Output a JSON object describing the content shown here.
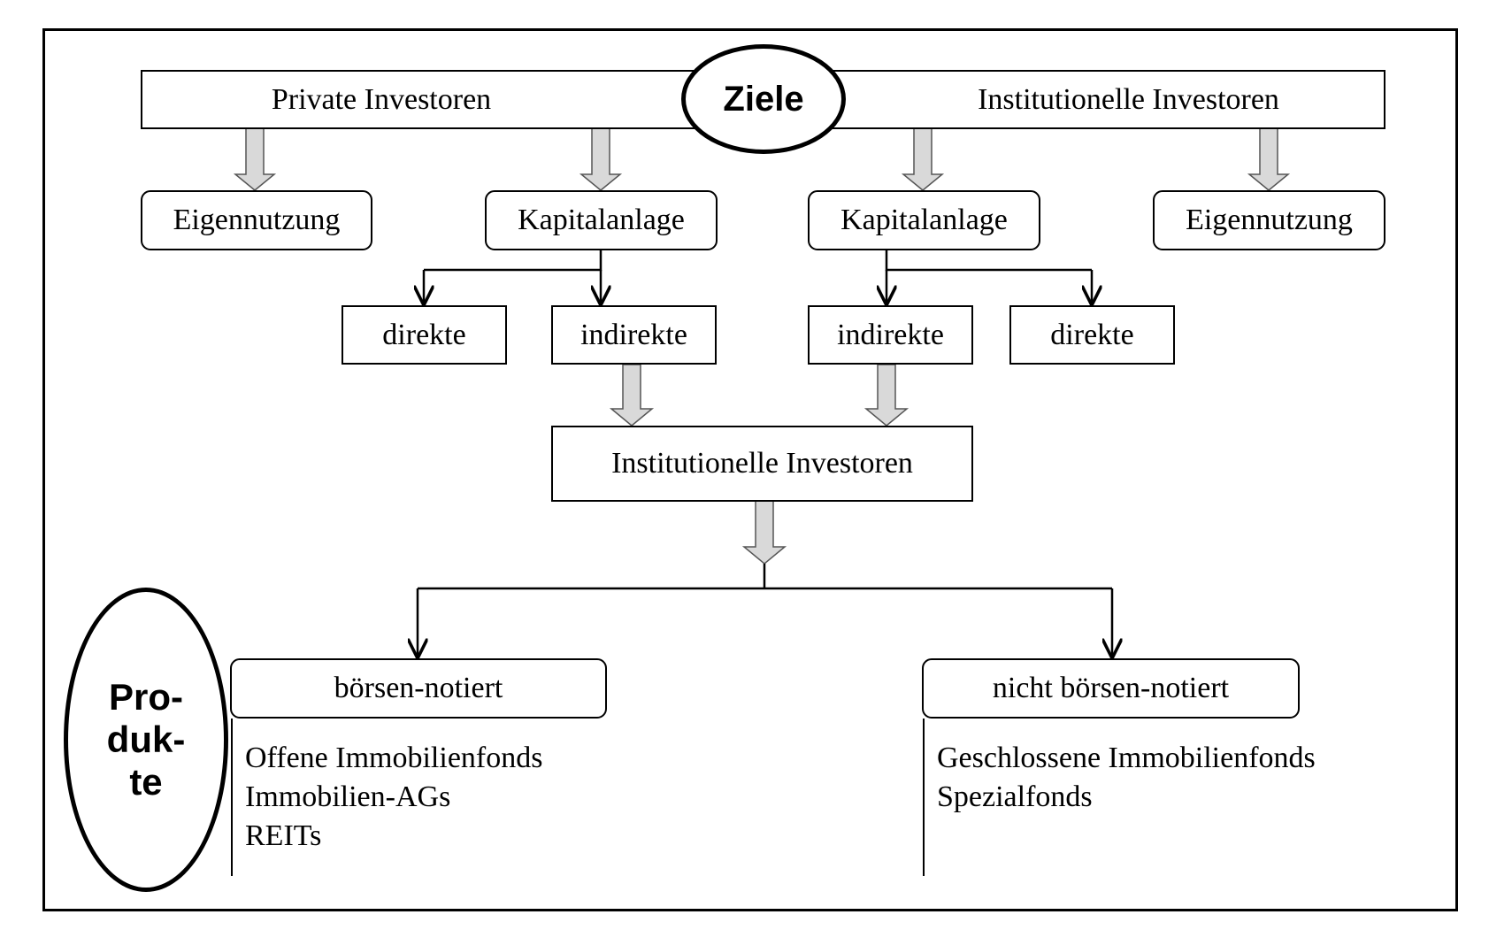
{
  "ziele": "Ziele",
  "produkte": {
    "line1": "Pro-",
    "line2": "duk-",
    "line3": "te"
  },
  "top": {
    "left": "Private Investoren",
    "right": "Institutionelle Investoren"
  },
  "level2": {
    "eigennutzung_left": "Eigennutzung",
    "kapitalanlage_left": "Kapitalanlage",
    "kapitalanlage_right": "Kapitalanlage",
    "eigennutzung_right": "Eigennutzung"
  },
  "level3": {
    "direkte_left": "direkte",
    "indirekte_left": "indirekte",
    "indirekte_right": "indirekte",
    "direkte_right": "direkte"
  },
  "middle": "Institutionelle Investoren",
  "products": {
    "listed": {
      "label": "börsen-notiert",
      "items": [
        "Offene Immobilienfonds",
        "Immobilien-AGs",
        "REITs"
      ]
    },
    "unlisted": {
      "label": "nicht börsen-notiert",
      "items": [
        "Geschlossene Immobilienfonds",
        "Spezialfonds"
      ]
    }
  }
}
